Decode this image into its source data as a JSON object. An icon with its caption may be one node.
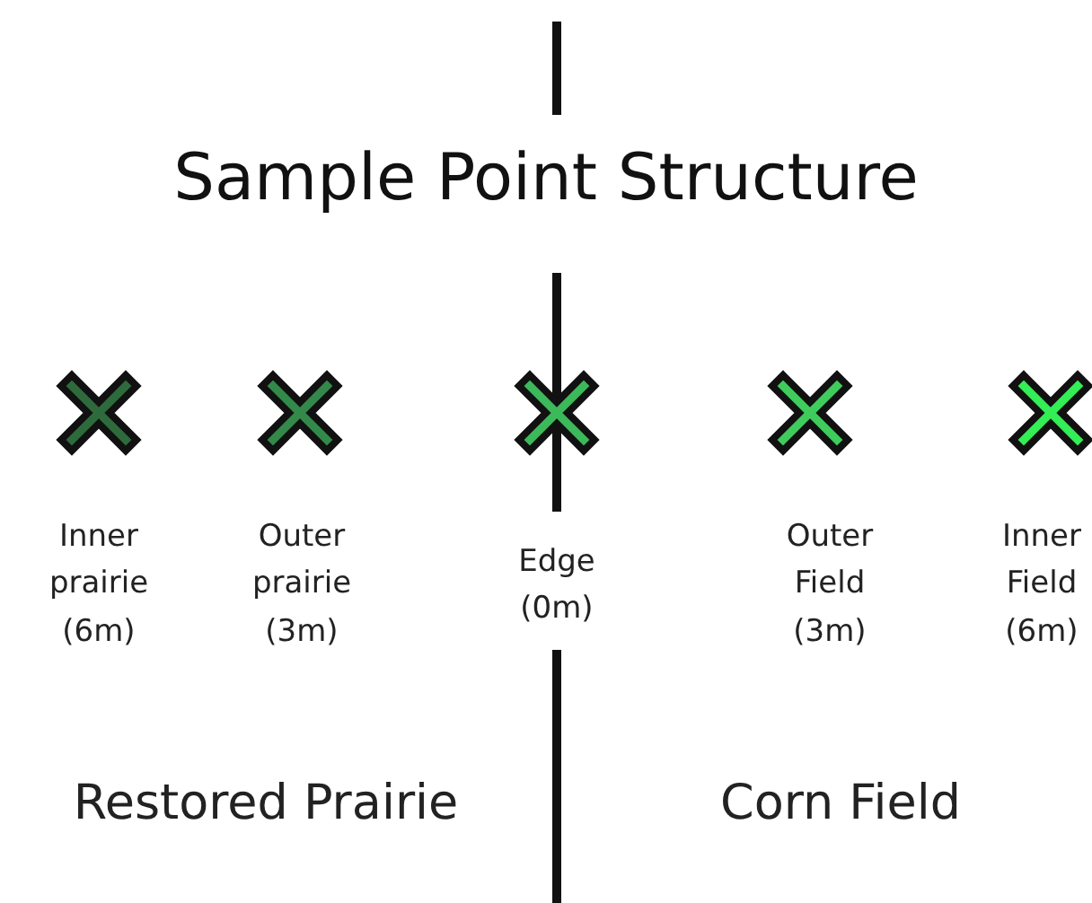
{
  "diagram": {
    "title": "Sample Point Structure",
    "labels": [
      "Inner prairie (6m)",
      "Outer prairie (3m)",
      "Edge (0m)",
      "Outer Field (3m)",
      "Inner Field (6m)",
      "Restored Prairie",
      "Corn Field"
    ]
  }
}
